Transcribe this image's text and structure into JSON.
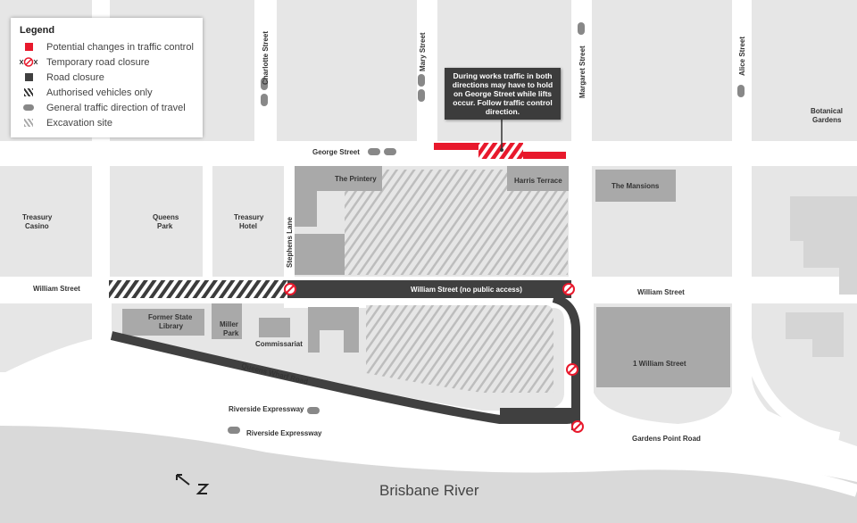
{
  "legend": {
    "title": "Legend",
    "items": [
      {
        "icon": "red-square-icon",
        "label": "Potential changes in traffic control"
      },
      {
        "icon": "temporary-closure-icon",
        "label": "Temporary road closure"
      },
      {
        "icon": "dark-square-icon",
        "label": "Road closure"
      },
      {
        "icon": "dark-hatch-icon",
        "label": "Authorised vehicles only"
      },
      {
        "icon": "direction-arrow-icon",
        "label": "General traffic direction of travel"
      },
      {
        "icon": "light-hatch-icon",
        "label": "Excavation site"
      }
    ]
  },
  "callout": "During works traffic in both directions may have to hold on George Street while lifts occur. Follow traffic control direction.",
  "streets": {
    "charlotte": "Charlotte Street",
    "mary": "Mary Street",
    "margaret": "Margaret Street",
    "alice": "Alice Street",
    "george": "George Street",
    "william_left": "William Street",
    "william_closed": "William Street (no public access)",
    "william_right": "William Street",
    "stephens": "Stephens Lane",
    "queens_wharf": "Queens Wharf Road",
    "riverside1": "Riverside Expressway",
    "riverside2": "Riverside Expressway",
    "gardens_point": "Gardens Point Road"
  },
  "places": {
    "botanical_1": "Botanical",
    "botanical_2": "Gardens",
    "treasury_casino_1": "Treasury",
    "treasury_casino_2": "Casino",
    "queens_park_1": "Queens",
    "queens_park_2": "Park",
    "treasury_hotel_1": "Treasury",
    "treasury_hotel_2": "Hotel",
    "printery": "The Printery",
    "harris": "Harris Terrace",
    "mansions": "The Mansions",
    "library_1": "Former State",
    "library_2": "Library",
    "miller_1": "Miller",
    "miller_2": "Park",
    "commissariat": "Commissariat",
    "one_william": "1 William Street",
    "river": "Brisbane River"
  },
  "colors": {
    "block": "#e6e6e6",
    "building": "#a9a9a9",
    "closure": "#404040",
    "red": "#e8192c",
    "river": "#d9d9d9"
  }
}
